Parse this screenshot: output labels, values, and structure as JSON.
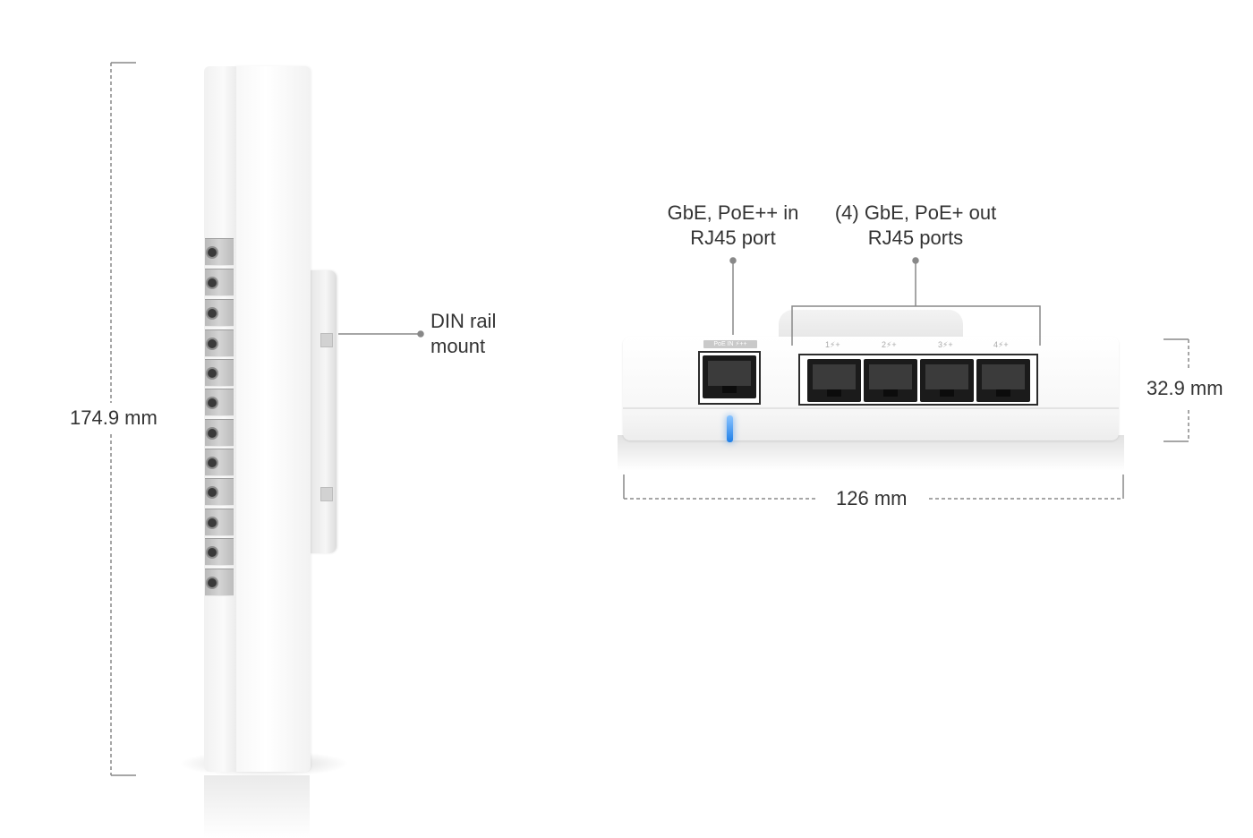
{
  "dimensions": {
    "height": "174.9 mm",
    "width": "126 mm",
    "depth": "32.9 mm"
  },
  "callouts": {
    "din_rail": [
      "DIN rail",
      "mount"
    ],
    "poe_in": [
      "GbE, PoE++ in",
      "RJ45 port"
    ],
    "poe_out": [
      "(4) GbE, PoE+ out",
      "RJ45 ports"
    ]
  },
  "device_markings": {
    "poe_in_port": "PoE IN ⚡++",
    "port_labels": [
      "1⚡+",
      "2⚡+",
      "3⚡+",
      "4⚡+"
    ]
  },
  "colors": {
    "text": "#333333",
    "dimension_line": "#888888",
    "status_led": "#1f7fe8"
  }
}
